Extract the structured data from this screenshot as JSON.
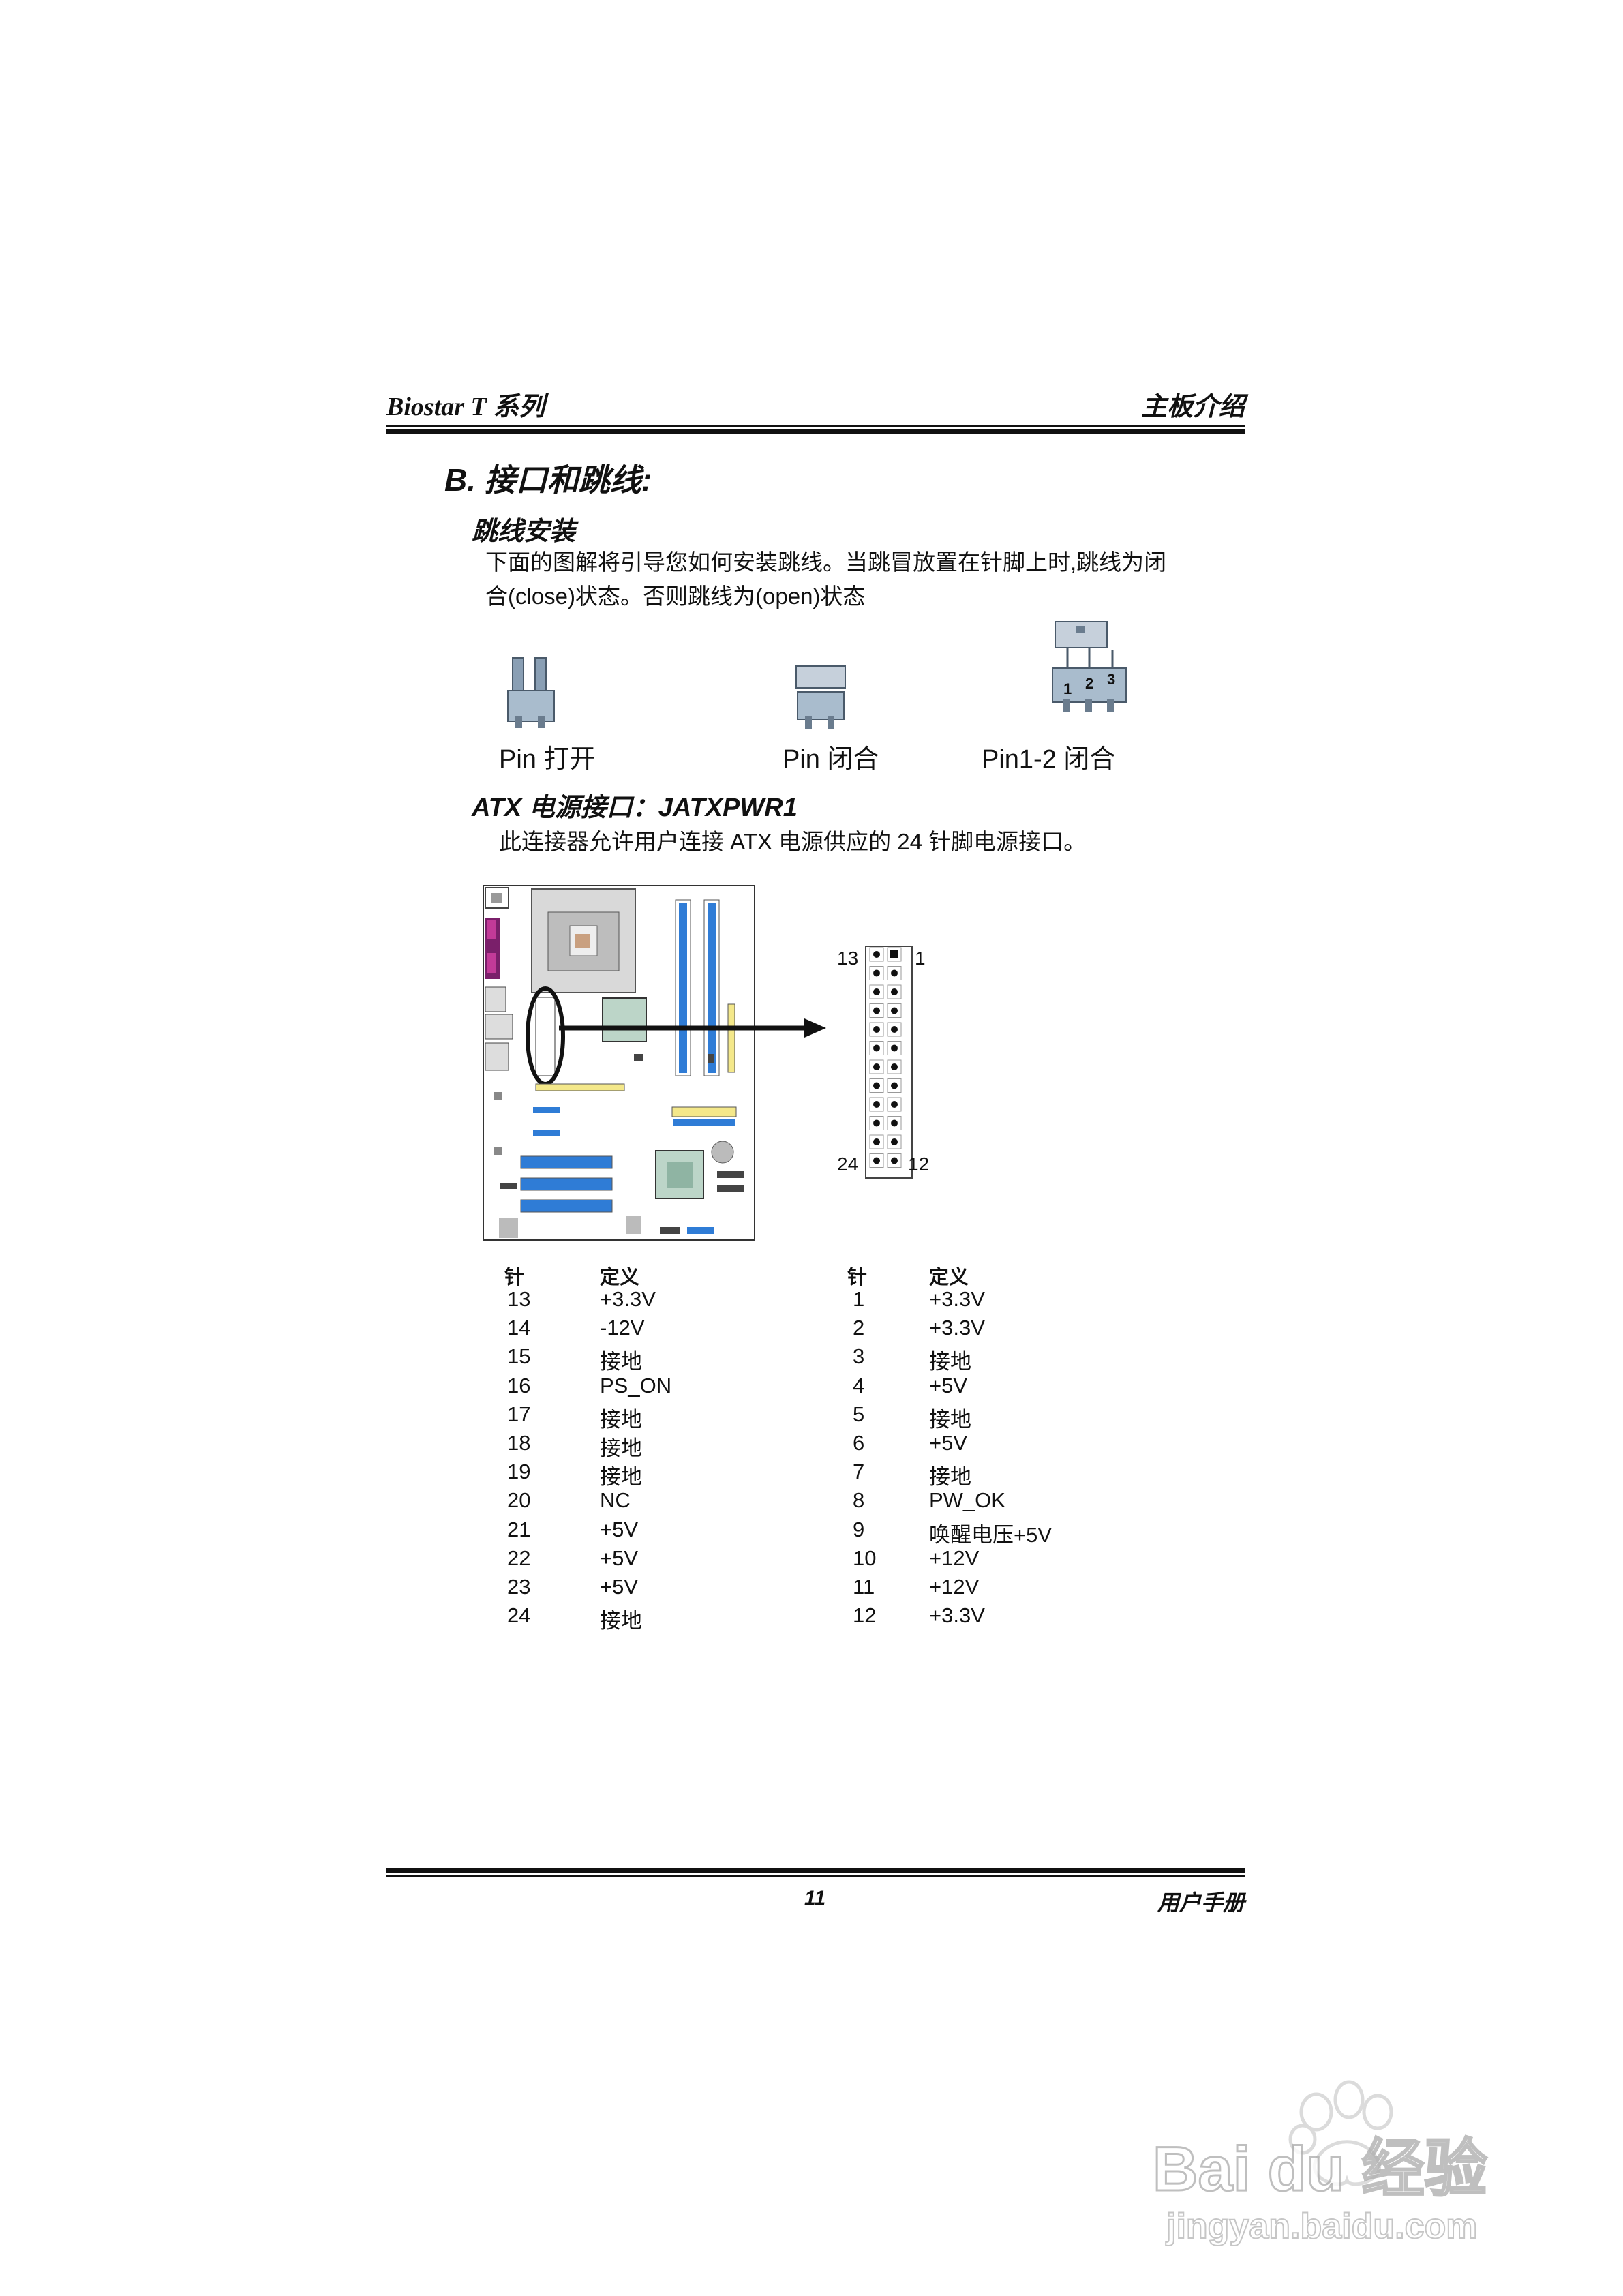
{
  "header": {
    "left": "Biostar T 系列",
    "right": "主板介绍"
  },
  "section_title": "B.  接口和跳线:",
  "jumper": {
    "title": "跳线安装",
    "desc_line1": "下面的图解将引导您如何安装跳线。当跳冒放置在针脚上时,跳线为闭",
    "desc_line2": "合(close)状态。否则跳线为(open)状态",
    "labels": [
      "Pin  打开",
      "Pin  闭合",
      "Pin1-2  闭合"
    ],
    "pin_numbers": [
      "1",
      "2",
      "3"
    ]
  },
  "atx": {
    "title": "ATX  电源接口：JATXPWR1",
    "desc": "此连接器允许用户连接 ATX 电源供应的 24 针脚电源接口。",
    "connector_labels": {
      "top_left": "13",
      "top_right": "1",
      "bottom_left": "24",
      "bottom_right": "12"
    }
  },
  "pin_table": {
    "header_pin": "针",
    "header_def": "定义",
    "left": [
      [
        "13",
        "+3.3V"
      ],
      [
        "14",
        "-12V"
      ],
      [
        "15",
        "接地"
      ],
      [
        "16",
        "PS_ON"
      ],
      [
        "17",
        "接地"
      ],
      [
        "18",
        "接地"
      ],
      [
        "19",
        "接地"
      ],
      [
        "20",
        "NC"
      ],
      [
        "21",
        "+5V"
      ],
      [
        "22",
        "+5V"
      ],
      [
        "23",
        "+5V"
      ],
      [
        "24",
        "接地"
      ]
    ],
    "right": [
      [
        "1",
        "+3.3V"
      ],
      [
        "2",
        "+3.3V"
      ],
      [
        "3",
        "接地"
      ],
      [
        "4",
        "+5V"
      ],
      [
        "5",
        "接地"
      ],
      [
        "6",
        "+5V"
      ],
      [
        "7",
        "接地"
      ],
      [
        "8",
        "PW_OK"
      ],
      [
        "9",
        "唤醒电压+5V"
      ],
      [
        "10",
        "+12V"
      ],
      [
        "11",
        "+12V"
      ],
      [
        "12",
        "+3.3V"
      ]
    ]
  },
  "footer": {
    "page": "11",
    "right": "用户手册"
  },
  "watermark": {
    "brand": "Bai du 经验",
    "url": "jingyan.baidu.com"
  }
}
